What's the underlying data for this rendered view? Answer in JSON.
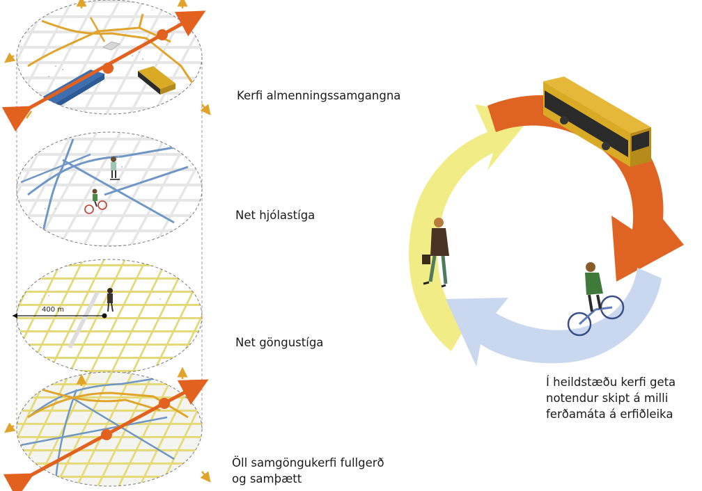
{
  "layers": [
    {
      "id": "transit",
      "label": "Kerfi almenningssamgangna"
    },
    {
      "id": "cycling",
      "label": "Net hjólastíga"
    },
    {
      "id": "walking",
      "label": "Net göngustíga",
      "scale_label": "400 m"
    },
    {
      "id": "combined",
      "label_line1": "Öll samgöngukerfi fullgerð",
      "label_line2": "og samþætt"
    }
  ],
  "cycle": {
    "caption_line1": "Í heildstæðu kerfi geta",
    "caption_line2": "notendur skipt á milli",
    "caption_line3": "ferðamáta á erfiðleika"
  },
  "colors": {
    "transit_orange": "#e2611f",
    "bus_line_gold": "#e0a42a",
    "cycle_blue": "#6e97c6",
    "walk_yellow": "#e2d26a",
    "arrow_yellow": "#f1ec86",
    "arrow_orange": "#df6423",
    "arrow_blue": "#c9d8ee",
    "bus_yellow": "#d8aa25"
  }
}
